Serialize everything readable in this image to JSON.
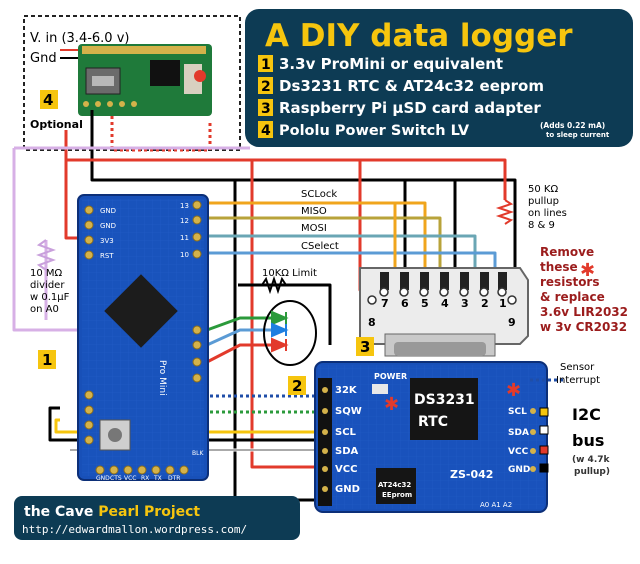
{
  "title": "A DIY data logger",
  "parts": [
    {
      "num": "1",
      "label": "3.3v ProMini or equivalent",
      "note": ""
    },
    {
      "num": "2",
      "label": "Ds3231 RTC & AT24c32 eeprom",
      "note": ""
    },
    {
      "num": "3",
      "label": "Raspberry Pi µSD card adapter",
      "note": ""
    },
    {
      "num": "4",
      "label": "Pololu Power Switch LV",
      "note": "(Adds 0.22 mA)",
      "note2": "to sleep current"
    }
  ],
  "power_switch": {
    "vin": "V. in (3.4-6.0 v)",
    "gnd": "Gnd",
    "badge": "4",
    "optional": "Optional"
  },
  "spi": {
    "sclock": "SCLock",
    "miso": "MISO",
    "mosi": "MOSI",
    "cselect": "CSelect"
  },
  "pullup": {
    "line1": "50 KΩ",
    "line2": "pullup",
    "line3": "on lines",
    "line4": "8 & 9"
  },
  "remove_note": {
    "line1": "Remove",
    "line2": "these",
    "line3": "resistors",
    "line4": "& replace",
    "line5": "3.6v LIR2032",
    "line6": "w 3v CR2032"
  },
  "led_limit": "10KΩ Limit",
  "divider": {
    "line1": "10 MΩ",
    "line2": "divider",
    "line3": "w 0.1µF",
    "line4": "on A0"
  },
  "sd_pins": [
    "7",
    "6",
    "5",
    "4",
    "3",
    "2",
    "1"
  ],
  "sd_edge_pins": {
    "left": "8",
    "right": "9"
  },
  "sd_badge": "3",
  "promini": {
    "badge": "1",
    "left_pins": [
      "GND",
      "GND",
      "3V3",
      "RST"
    ],
    "right_pins": [
      "13",
      "12",
      "11",
      "10"
    ],
    "bottom": [
      "BLK",
      "GND",
      "CTS",
      "VCC",
      "RX",
      "TX",
      "DTR"
    ],
    "label": "Pro Mini"
  },
  "rtc": {
    "badge": "2",
    "pins_left": [
      "32K",
      "SQW",
      "SCL",
      "SDA",
      "VCC",
      "GND"
    ],
    "pins_right": [
      "SCL",
      "SDA",
      "VCC",
      "GND"
    ],
    "chip": "DS3231",
    "chip2": "RTC",
    "model": "ZS-042",
    "eeprom1": "AT24c32",
    "eeprom2": "EEprom",
    "power": "POWER",
    "addr": "A0 A1 A2"
  },
  "sensor_interrupt": {
    "line1": "Sensor",
    "line2": "Interrupt"
  },
  "i2c": {
    "line1": "I2C",
    "line2": "bus",
    "line3": "(w 4.7k",
    "line4": "pullup)"
  },
  "footer": {
    "line1_a": "the Cave ",
    "line1_b": "Pearl",
    "line1_c": " Project",
    "url": "http://edwardmallon.wordpress.com/"
  },
  "colors": {
    "navy": "#0d3b54",
    "yellow": "#f6c50e",
    "red_wire": "#e23a2b",
    "orange_wire": "#f0a51c",
    "blue_wire": "#5b9bd5",
    "olive_wire": "#b8a33a",
    "teal_wire": "#6aa6b4",
    "lilac_wire": "#d7b0e6",
    "green_wire": "#2b9a3b",
    "board_blue": "#1850b8"
  }
}
